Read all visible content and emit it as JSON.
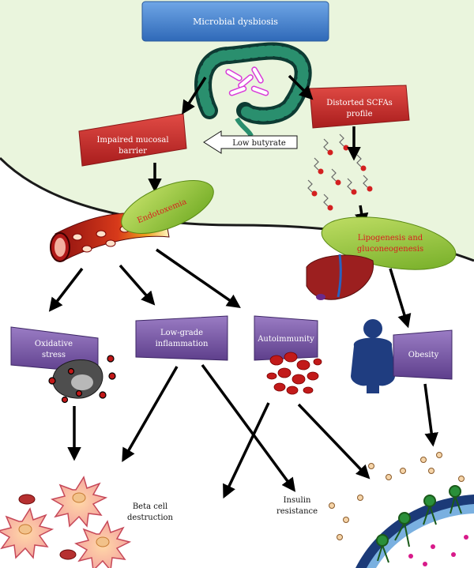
{
  "nodes": {
    "microbial_dysbiosis": "Microbial dysbiosis",
    "impaired_barrier_line1": "Impaired mucosal",
    "impaired_barrier_line2": "barrier",
    "scfa_line1": "Distorted SCFAs",
    "scfa_line2": "profile",
    "low_butyrate": "Low butyrate",
    "endotoxemia": "Endotoxemia",
    "lipogenesis_line1": "Lipogenesis and",
    "lipogenesis_line2": "gluconeogenesis",
    "oxidative_line1": "Oxidative",
    "oxidative_line2": "stress",
    "lowgrade_line1": "Low-grade",
    "lowgrade_line2": "inflammation",
    "autoimmunity": "Autoimmunity",
    "obesity": "Obesity",
    "beta_line1": "Beta cell",
    "beta_line2": "destruction",
    "insulin_line1": "Insulin",
    "insulin_line2": "resistance"
  },
  "colors": {
    "blue_box": "#3f7fd0",
    "red_box": "#cc2b2b",
    "purple_box": "#7a59a8",
    "green_ellipse": "#9dcc3a",
    "background_green": "#eaf5dd"
  }
}
